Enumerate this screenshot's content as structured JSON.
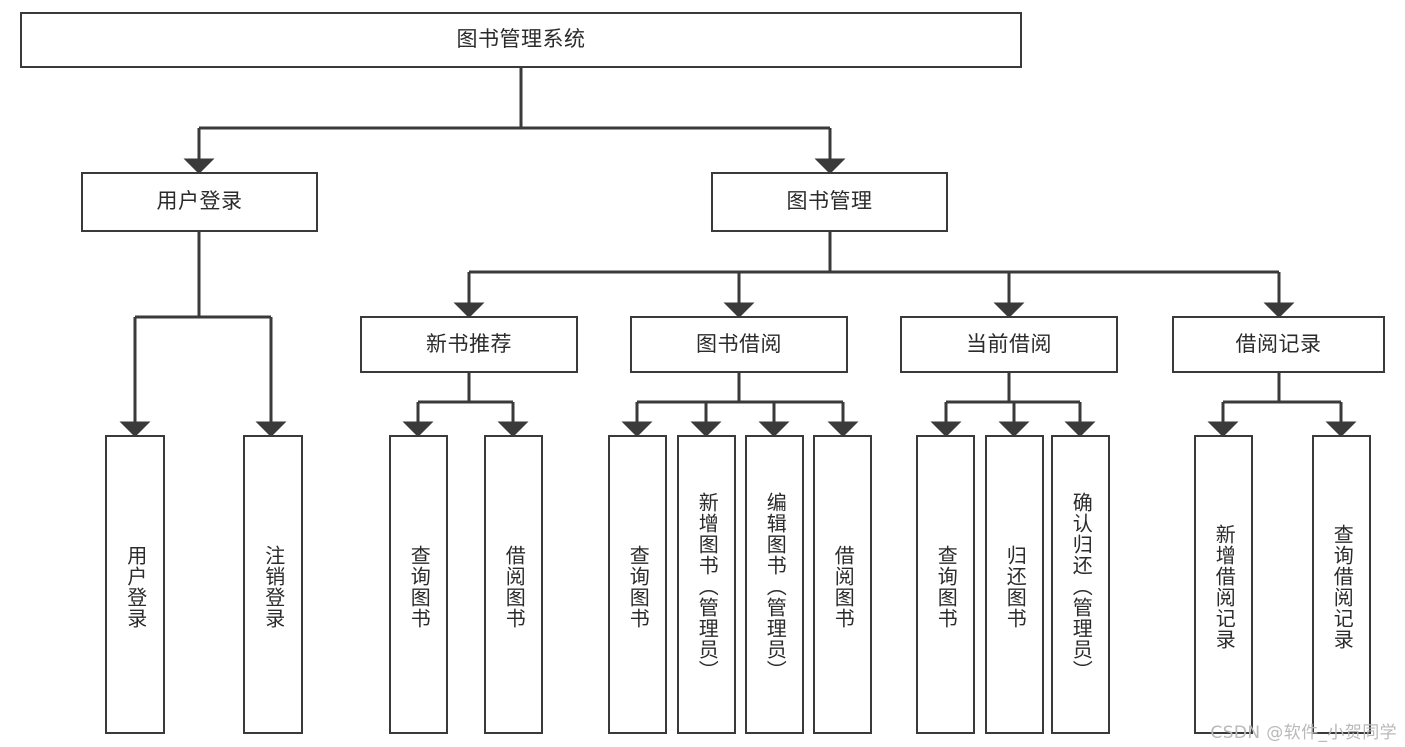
{
  "diagram": {
    "type": "hierarchy-tree",
    "root": {
      "id": "root",
      "label": "图书管理系统"
    },
    "level2": [
      {
        "id": "user-login",
        "label": "用户登录"
      },
      {
        "id": "book-manage",
        "label": "图书管理"
      }
    ],
    "level3": [
      {
        "id": "new-book-recommend",
        "label": "新书推荐"
      },
      {
        "id": "book-borrow",
        "label": "图书借阅"
      },
      {
        "id": "current-borrow",
        "label": "当前借阅"
      },
      {
        "id": "borrow-record",
        "label": "借阅记录"
      }
    ],
    "leaves": [
      {
        "id": "leaf-user-login",
        "label": "用户登录",
        "parent": "user-login"
      },
      {
        "id": "leaf-logout-login",
        "label": "注销登录",
        "parent": "user-login"
      },
      {
        "id": "leaf-query-book-1",
        "label": "查询图书",
        "parent": "new-book-recommend"
      },
      {
        "id": "leaf-borrow-book-1",
        "label": "借阅图书",
        "parent": "new-book-recommend"
      },
      {
        "id": "leaf-query-book-2",
        "label": "查询图书",
        "parent": "book-borrow"
      },
      {
        "id": "leaf-add-book",
        "label": "新增图书（管理员）",
        "parent": "book-borrow"
      },
      {
        "id": "leaf-edit-book",
        "label": "编辑图书（管理员）",
        "parent": "book-borrow"
      },
      {
        "id": "leaf-borrow-book-2",
        "label": "借阅图书",
        "parent": "book-borrow"
      },
      {
        "id": "leaf-query-book-3",
        "label": "查询图书",
        "parent": "current-borrow"
      },
      {
        "id": "leaf-return-book",
        "label": "归还图书",
        "parent": "current-borrow"
      },
      {
        "id": "leaf-confirm-return",
        "label": "确认归还（管理员）",
        "parent": "current-borrow"
      },
      {
        "id": "leaf-add-record",
        "label": "新增借阅记录",
        "parent": "borrow-record"
      },
      {
        "id": "leaf-query-record",
        "label": "查询借阅记录",
        "parent": "borrow-record"
      }
    ]
  },
  "watermark": {
    "text": "CSDN @软件_小贺同学"
  },
  "colors": {
    "stroke": "#3a3a3a",
    "text": "#2b2b2b",
    "background": "#ffffff",
    "watermark": "#b9b9b9"
  }
}
